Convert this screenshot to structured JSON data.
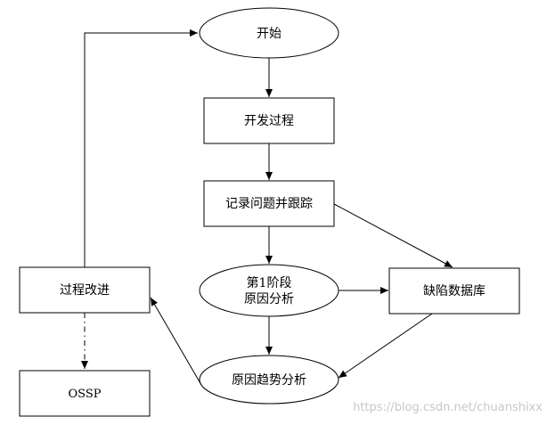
{
  "diagram": {
    "nodes": {
      "start": "开始",
      "dev_process": "开发过程",
      "record_track": "记录问题并跟踪",
      "stage1_line1": "第1阶段",
      "stage1_line2": "原因分析",
      "defect_db": "缺陷数据库",
      "trend_analysis": "原因趋势分析",
      "process_improve": "过程改进",
      "ossp": "OSSP"
    }
  },
  "watermark": "https://blog.csdn.net/chuanshixx"
}
